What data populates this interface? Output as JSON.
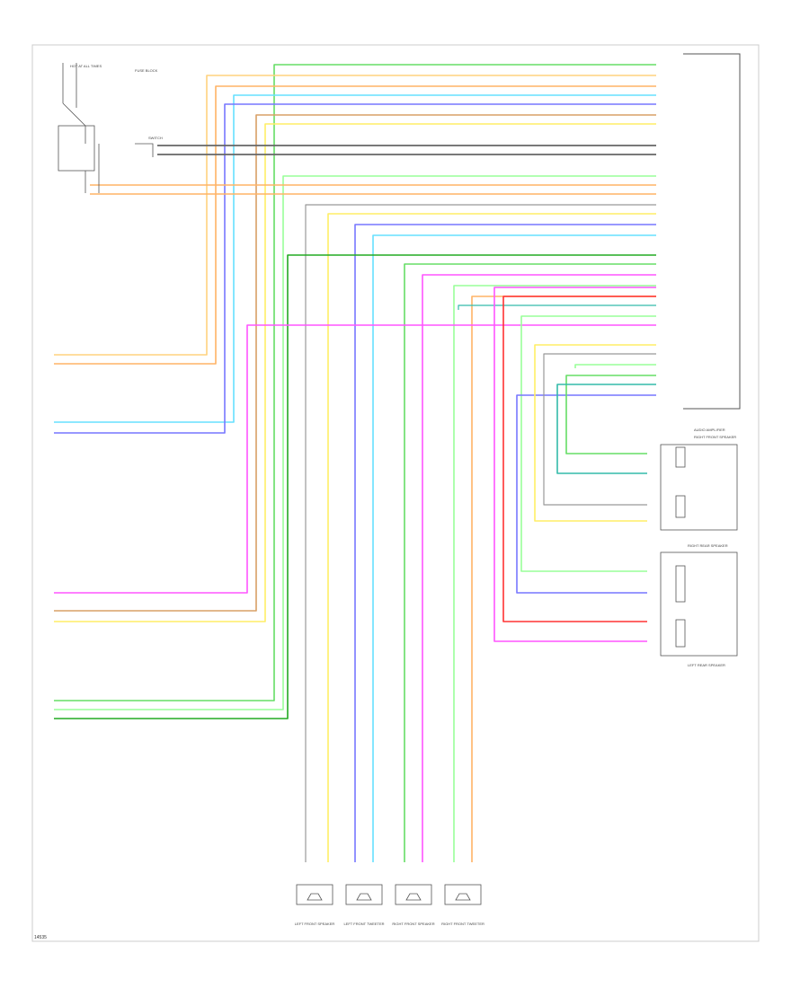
{
  "diagram": {
    "stamp": "14535",
    "labels": {
      "top_left_note": "HOT AT ALL TIMES",
      "relay_block_note": "FUSE BLOCK",
      "switch_note": "SWITCH",
      "right_top_module": "AUDIO AMPLIFIER",
      "right_front_group": "RIGHT FRONT SPEAKER",
      "right_rear_group": "RIGHT REAR SPEAKER",
      "left_rear_group": "LEFT REAR SPEAKER"
    },
    "bottom_speakers": [
      {
        "label": "LEFT FRONT SPEAKER",
        "color": "#ffe680"
      },
      {
        "label": "LEFT FRONT TWEETER",
        "color": "#7070ff"
      },
      {
        "label": "RIGHT FRONT SPEAKER",
        "color": "#66ee66"
      },
      {
        "label": "RIGHT FRONT TWEETER",
        "color": "#ff9a40"
      }
    ],
    "wire_colors": {
      "orange": "#ffb366",
      "tan": "#ffd27f",
      "cyan": "#66e0ff",
      "blue": "#7777ff",
      "magenta": "#ff55ff",
      "brown": "#d9a066",
      "yellow": "#ffee66",
      "green": "#66dd66",
      "dark_green": "#22aa22",
      "red": "#ff3333",
      "light_green": "#99ff99",
      "gray": "#999999",
      "teal": "#33bbaa"
    }
  }
}
